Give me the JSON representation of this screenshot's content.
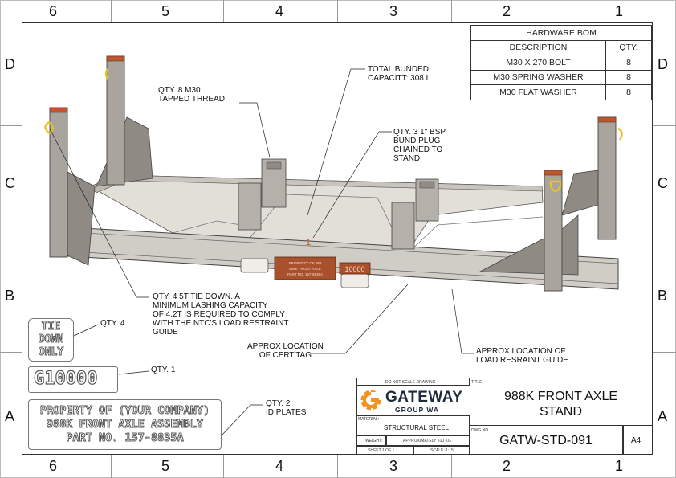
{
  "zones": {
    "columns": [
      "6",
      "5",
      "4",
      "3",
      "2",
      "1"
    ],
    "rows": [
      "D",
      "C",
      "B",
      "A"
    ]
  },
  "bom": {
    "title": "HARDWARE BOM",
    "col_description": "DESCRIPTION",
    "col_qty": "QTY.",
    "rows": [
      {
        "description": "M30 X 270 BOLT",
        "qty": "8"
      },
      {
        "description": "M30 SPRING WASHER",
        "qty": "8"
      },
      {
        "description": "M30 FLAT WASHER",
        "qty": "8"
      }
    ]
  },
  "notes": {
    "bunded_l1": "TOTAL BUNDED",
    "bunded_l2": "CAPACITT: 308 L",
    "thread_l1": "QTY. 8 M30",
    "thread_l2": "TAPPED THREAD",
    "plug_l1": "QTY. 3 1\" BSP",
    "plug_l2": "BUND PLUG",
    "plug_l3": "CHAINED TO",
    "plug_l4": "STAND",
    "tiedown_l1": "QTY. 4 5T TIE DOWN. A",
    "tiedown_l2": "MINIMUM LASHING CAPACITY",
    "tiedown_l3": "OF 4.2T IS REQUIRED TO COMPLY",
    "tiedown_l4": "WITH THE NTC'S LOAD RESTRAINT",
    "tiedown_l5": "GUIDE",
    "cert_l1": "APPROX LOCATION",
    "cert_l2": "OF CERT.TAG",
    "guide_l1": "APPROX LOCATION OF",
    "guide_l2": "LOAD RESRAINT GUIDE"
  },
  "tags": {
    "tiedown_qty": "QTY. 4",
    "tiedown_l1": "TIE",
    "tiedown_l2": "DOWN",
    "tiedown_l3": "ONLY",
    "g10k_qty": "QTY. 1",
    "g10k_text": "10000",
    "idplate_qty_l1": "QTY. 2",
    "idplate_qty_l2": "ID PLATES",
    "idplate_l1": "PROPERTY OF (YOUR COMPANY)",
    "idplate_l2": "988K FRONT AXLE ASSEMBLY",
    "idplate_l3": "PART NO. 157-8835A"
  },
  "model_labels": {
    "plate_l1": "PROPERTY OF 988",
    "plate_l2": "988K FRONT AXLE",
    "plate_l3": "PART NO. 157-8835A",
    "g10k": "10000",
    "plug_num": "1"
  },
  "title_block": {
    "do_not_scale": "DO NOT SCALE DRAWING",
    "title_label": "TITLE:",
    "logo_word": "GATEWAY",
    "logo_sub": "GROUP WA",
    "material_label": "MATERIAL:",
    "material": "STRUCTURAL STEEL",
    "dwg_no_label": "DWG NO.",
    "weight_label": "WEIGHT:",
    "weight": "APPROXIMATELY 510 KG",
    "sheet": "SHEET 1 OF 1",
    "scale": "SCALE: 1:15",
    "title_l1": "988K FRONT AXLE",
    "title_l2": "STAND",
    "dwg_no": "GATW-STD-091",
    "size": "A4"
  },
  "colors": {
    "steel_light": "#d6d2cc",
    "steel_mid": "#a9a49d",
    "steel_dark": "#77726c",
    "rust": "#c2562a",
    "yellow": "#e8c12a",
    "logo_orange": "#f29320",
    "logo_navy": "#1f2b3c"
  }
}
